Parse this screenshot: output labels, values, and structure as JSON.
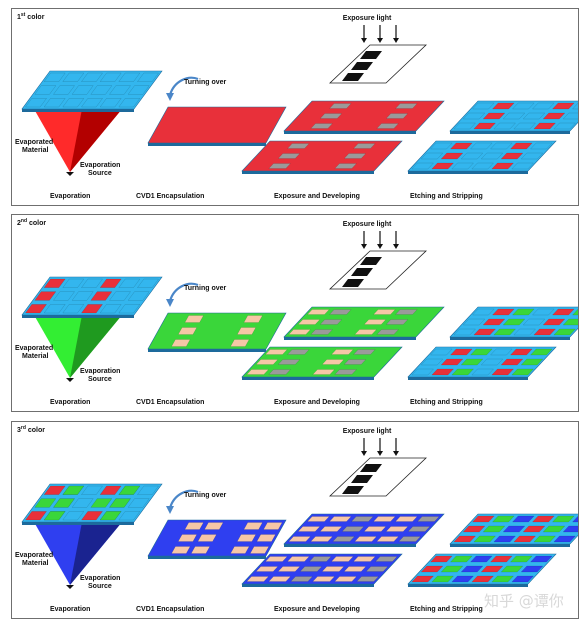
{
  "panels": [
    {
      "num": "1",
      "sup": "st",
      "suffix": " color",
      "material": "#ff2a2a",
      "side": "#b30000",
      "turning": "Turning over",
      "exposure": "Exposure light",
      "labels": {
        "evaporated": [
          "Evaporated",
          "Material"
        ],
        "source": [
          "Evaporation",
          "Source"
        ],
        "evaporation": "Evaporation",
        "encapsulation": "CVD1 Encapsulation",
        "developing": "Exposure and Developing",
        "etching": "Etching and Stripping"
      }
    },
    {
      "num": "2",
      "sup": "nd",
      "suffix": " color",
      "material": "#33ee33",
      "side": "#1f9a1f",
      "turning": "Turning over",
      "exposure": "Exposure light",
      "labels": {
        "evaporated": [
          "Evaporated",
          "Material"
        ],
        "source": [
          "Evaporation",
          "Source"
        ],
        "evaporation": "Evaporation",
        "encapsulation": "CVD1 Encapsulation",
        "developing": "Exposure and Developing",
        "etching": "Etching and Stripping"
      }
    },
    {
      "num": "3",
      "sup": "rd",
      "suffix": " color",
      "material": "#2f3ff0",
      "side": "#1a2390",
      "turning": "Turning over",
      "exposure": "Exposure light",
      "labels": {
        "evaporated": [
          "Evaporated",
          "Material"
        ],
        "source": [
          "Evaporation",
          "Source"
        ],
        "evaporation": "Evaporation",
        "encapsulation": "CVD1 Encapsulation",
        "developing": "Exposure and Developing",
        "etching": "Etching and Stripping"
      }
    }
  ],
  "colors": {
    "substrate": "#33b6ee",
    "grid": "#e8f6ff",
    "photoresist": "#f6c7a6",
    "exposed": "#9a9a9a",
    "red": "#e8303a",
    "green": "#3ad63a",
    "blue": "#2f3ff0"
  },
  "watermark": "知乎 @谭你"
}
